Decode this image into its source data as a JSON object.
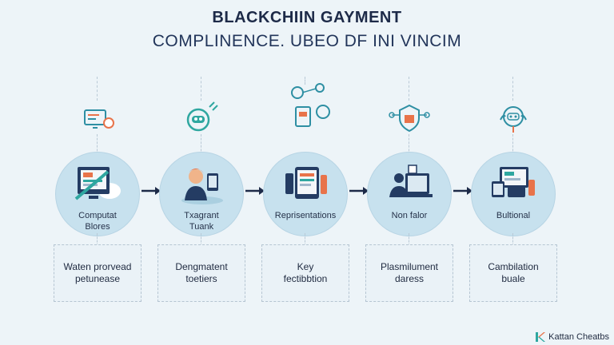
{
  "header": {
    "title_line1": "BLACKCHIIN GAYMENT",
    "title_line2": "COMPLINENCE. UBEO DF INI VINCIM"
  },
  "stages": [
    {
      "circle_label": "Computat\nBlores",
      "box_text": "Waten prorvead\npetunease",
      "top_icon": "monitor-chart-icon",
      "main_icon": "desktop-chart-icon"
    },
    {
      "circle_label": "Txagrant\nTuank",
      "box_text": "Dengmatent\ntoetiers",
      "top_icon": "robot-face-icon",
      "main_icon": "person-tablet-icon"
    },
    {
      "circle_label": "Reprisentations",
      "box_text": "Key\nfectibbtion",
      "top_icon": "network-devices-icon",
      "main_icon": "tablet-device-icon"
    },
    {
      "circle_label": "Non falor",
      "box_text": "Plasmilument\ndaress",
      "top_icon": "secure-network-icon",
      "main_icon": "person-laptop-icon"
    },
    {
      "circle_label": "Bultional",
      "box_text": "Cambilation\nbuale",
      "top_icon": "robot-head-icon",
      "main_icon": "devices-icon"
    }
  ],
  "brand": {
    "name": "Kattan Cheatbs"
  },
  "colors": {
    "title": "#1d2a48",
    "circle": "#c7e1ee",
    "accent_orange": "#e8734a",
    "accent_teal": "#2fa7a0",
    "navy": "#243c63"
  }
}
